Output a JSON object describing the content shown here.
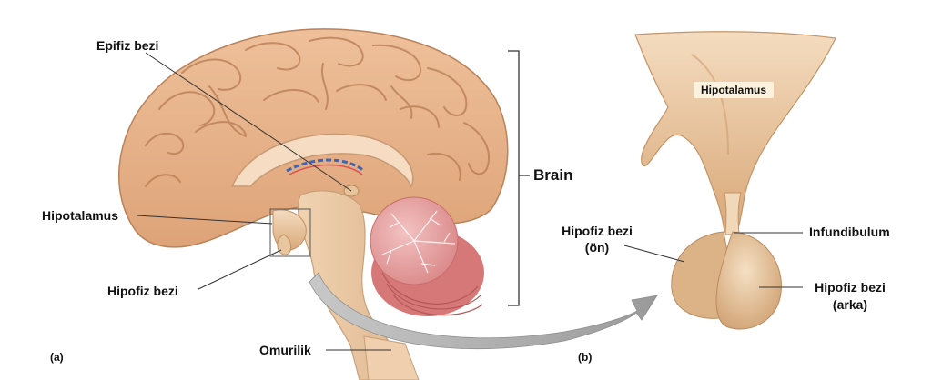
{
  "labels": {
    "epifiz": "Epifiz bezi",
    "hipotalamus_a": "Hipotalamus",
    "hipofiz_a": "Hipofiz bezi",
    "omurilik": "Omurilik",
    "brain": "Brain",
    "panel_a": "(a)",
    "panel_b": "(b)",
    "hipotalamus_b": "Hipotalamus",
    "hipofiz_on_1": "Hipofiz bezi",
    "hipofiz_on_2": "(ön)",
    "infundibulum": "Infundibulum",
    "hipofiz_arka_1": "Hipofiz bezi",
    "hipofiz_arka_2": "(arka)"
  },
  "colors": {
    "cortex": "#e8b48a",
    "cortex_dark": "#c98d62",
    "cerebellum": "#e9a6a6",
    "arrow": "#a8a8a8",
    "gland": "#e2bf95"
  }
}
